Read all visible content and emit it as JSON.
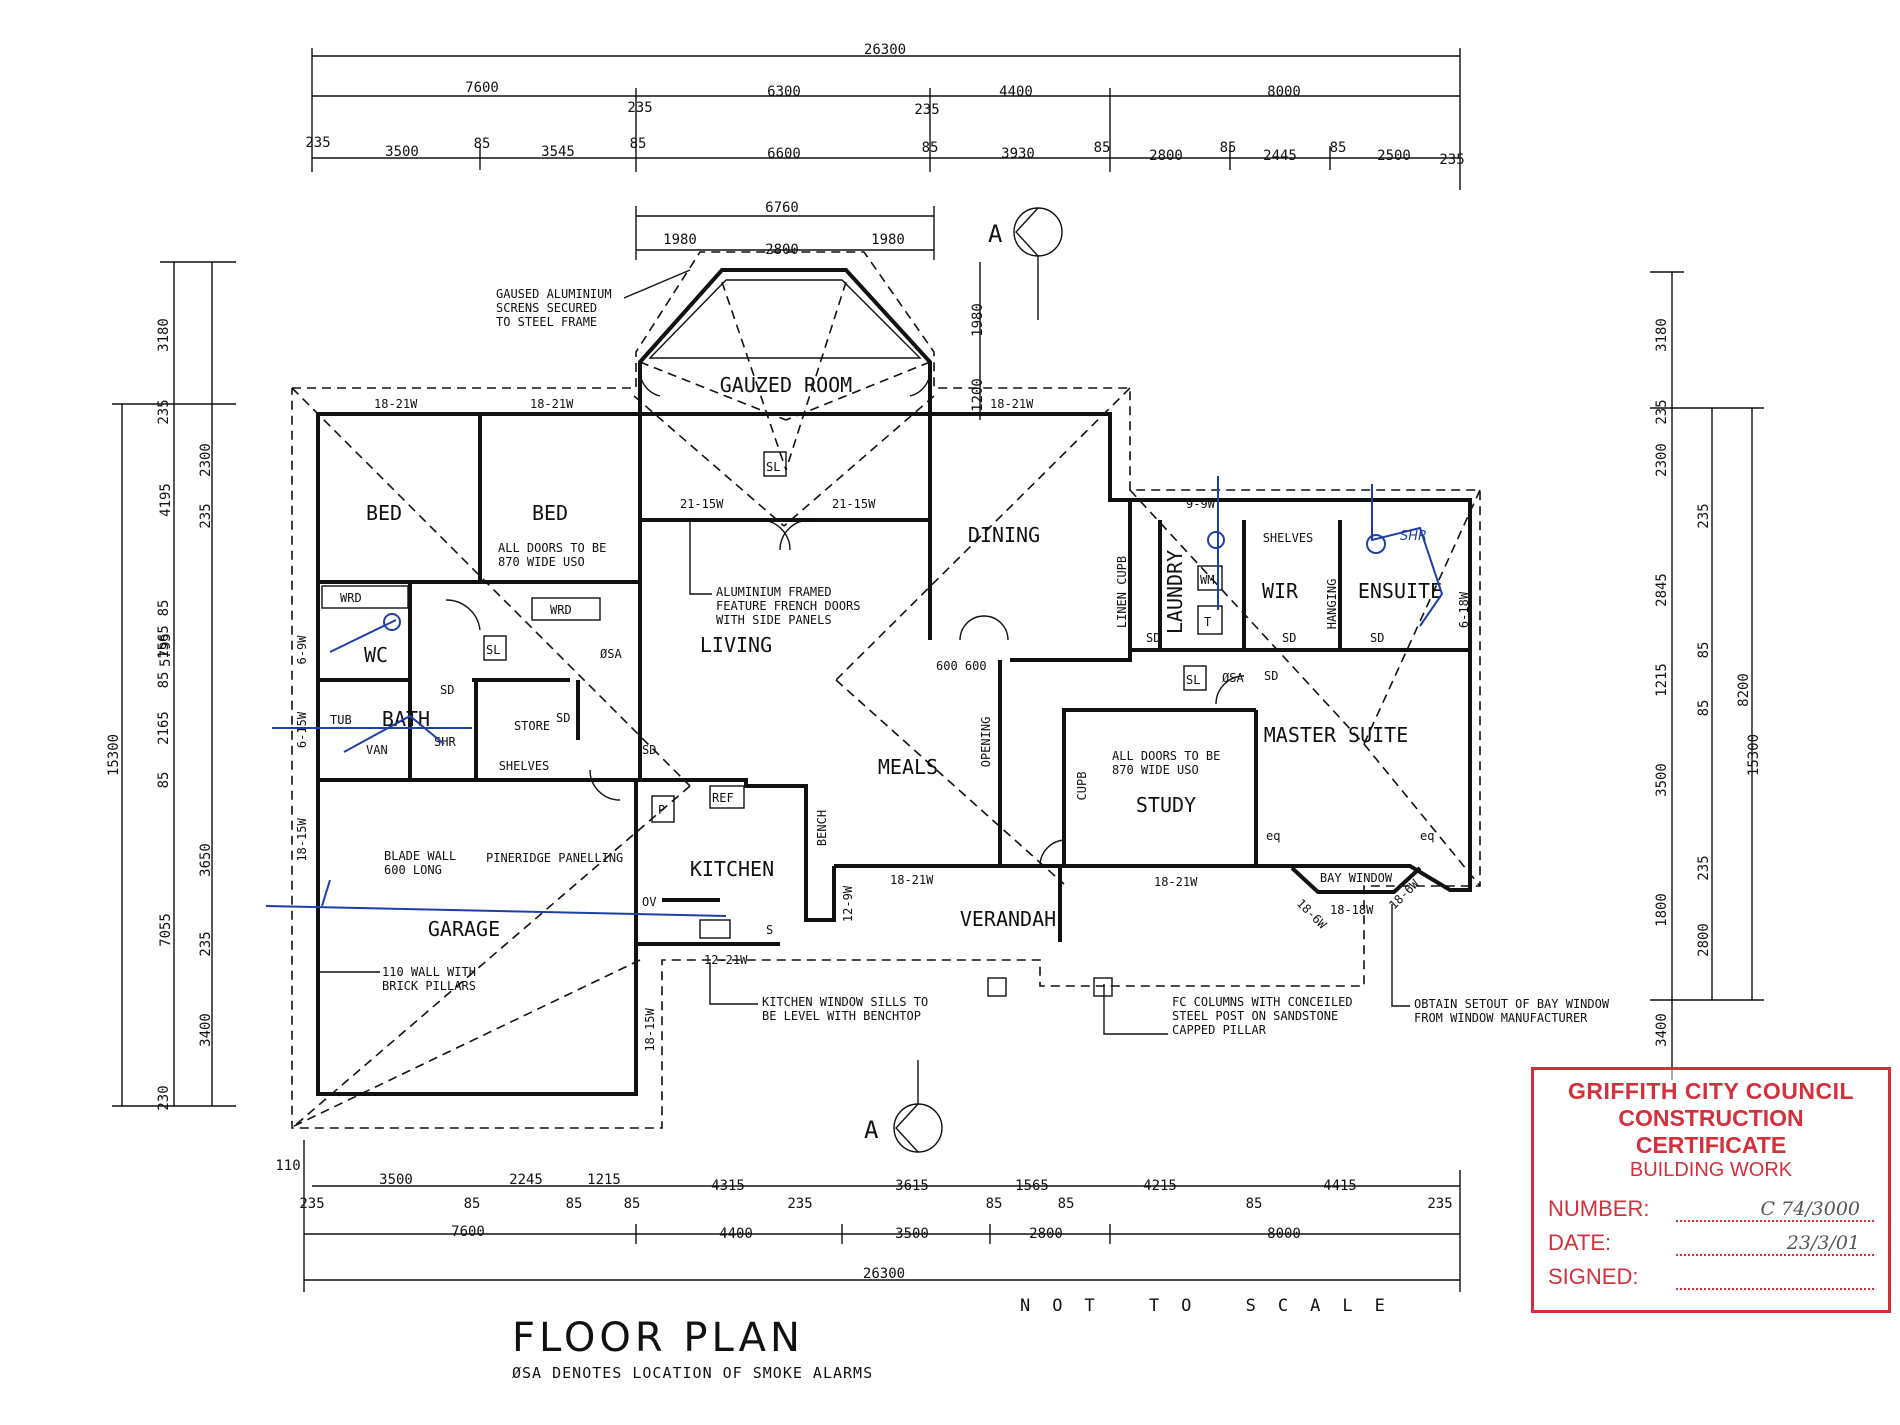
{
  "drawing": {
    "title": "FLOOR PLAN",
    "subtitle": "ØSA  DENOTES LOCATION OF SMOKE ALARMS",
    "scale_note": "NOT TO SCALE",
    "section_marker": "A"
  },
  "dimensions": {
    "top_overall": "26300",
    "top_row2": [
      "7600",
      "6300",
      "4400",
      "8000"
    ],
    "top_row2_small": [
      "235",
      "235"
    ],
    "top_row3": [
      "235",
      "3500",
      "85",
      "3545",
      "85",
      "6600",
      "85",
      "3930",
      "85",
      "2800",
      "85",
      "2445",
      "85",
      "2500",
      "235"
    ],
    "gazebo": [
      "6760",
      "1980",
      "2800",
      "1980"
    ],
    "gazebo_side": [
      "1980",
      "1200"
    ],
    "left_overall": "15300",
    "left_col1": [
      "4195",
      "5795",
      "7055"
    ],
    "left_col2": [
      "3180",
      "235",
      "2300",
      "235",
      "85",
      "1565",
      "85",
      "2165",
      "85",
      "3650",
      "235",
      "3400",
      "230"
    ],
    "right_overall": "15300",
    "right_col1": [
      "8200",
      "2800"
    ],
    "right_col2": [
      "3180",
      "235",
      "2300",
      "235",
      "2845",
      "85",
      "1215",
      "85",
      "3500",
      "235",
      "1800",
      "3400"
    ],
    "bottom_row1": [
      "110",
      "3500",
      "2245",
      "1215",
      "4315",
      "3615",
      "1565",
      "4215",
      "4415"
    ],
    "bottom_row1_small": [
      "235",
      "85",
      "85",
      "85",
      "235",
      "85",
      "85",
      "85",
      "235"
    ],
    "bottom_row2": [
      "7600",
      "4400",
      "3500",
      "2800",
      "8000"
    ],
    "bottom_overall": "26300"
  },
  "rooms": {
    "gazebo": "GAUZED ROOM",
    "bed1": "BED",
    "bed2": "BED",
    "wc": "WC",
    "bath": "BATH",
    "store": "STORE",
    "shelves1": "SHELVES",
    "living": "LIVING",
    "dining": "DINING",
    "meals": "MEALS",
    "kitchen": "KITCHEN",
    "garage": "GARAGE",
    "verandah": "VERANDAH",
    "laundry": "LAUNDRY",
    "linen": "LINEN CUPB",
    "wir": "WIR",
    "shelves2": "SHELVES",
    "hanging": "HANGING",
    "ensuite": "ENSUITE",
    "study": "STUDY",
    "master": "MASTER SUITE",
    "bay": "BAY WINDOW",
    "opening": "OPENING",
    "cupb": "CUPB",
    "bench": "BENCH"
  },
  "labels": {
    "wrd": "WRD",
    "sd": "SD",
    "sa": "ØSA",
    "sl": "SL",
    "tub": "TUB",
    "van": "VAN",
    "shr": "SHR",
    "ref": "REF",
    "p": "P",
    "ov": "OV",
    "s": "S",
    "wm": "WM",
    "t": "T",
    "eq": "eq",
    "door600": "600 600"
  },
  "windows": {
    "w1": "18-21W",
    "w2": "18-21W",
    "w3": "18-21W",
    "w4": "21-15W",
    "w5": "21-15W",
    "w6": "9-9W",
    "w7": "6-9W",
    "w8": "6-15W",
    "w9": "18-15W",
    "w10": "12-9W",
    "w11": "18-21W",
    "w12": "12-21W",
    "w13": "18-15W",
    "w14": "18-21W",
    "w15": "18-6W",
    "w16": "18-18W",
    "w17": "18-6W",
    "w18": "6-18W"
  },
  "notes": {
    "screens": [
      "GAUSED ALUMINIUM",
      "SCRENS SECURED",
      "TO STEEL FRAME"
    ],
    "doors1": [
      "ALL DOORS TO BE",
      "870 WIDE USO"
    ],
    "french": [
      "ALUMINIUM FRAMED",
      "FEATURE FRENCH DOORS",
      "WITH SIDE PANELS"
    ],
    "doors2": [
      "ALL DOORS TO BE",
      "870 WIDE USO"
    ],
    "blade": [
      "BLADE WALL",
      "600 LONG"
    ],
    "pineridge": "PINERIDGE PANELLING",
    "brick": [
      "110 WALL WITH",
      "BRICK PILLARS"
    ],
    "sills": [
      "KITCHEN WINDOW SILLS TO",
      "BE LEVEL WITH BENCHTOP"
    ],
    "columns": [
      "FC COLUMNS WITH CONCEILED",
      "STEEL POST ON SANDSTONE",
      "CAPPED PILLAR"
    ],
    "bay": [
      "OBTAIN SETOUT OF BAY WINDOW",
      "FROM WINDOW MANUFACTURER"
    ]
  },
  "stamp": {
    "line1": "GRIFFITH CITY COUNCIL",
    "line2": "CONSTRUCTION CERTIFICATE",
    "line3": "BUILDING WORK",
    "number_label": "NUMBER:",
    "number_value": "C 74/3000",
    "date_label": "DATE:",
    "date_value": "23/3/01",
    "signed_label": "SIGNED:",
    "signed_value": ""
  },
  "colors": {
    "ink": "#111111",
    "markup": "#1f3fa8",
    "stamp": "#d3303b"
  }
}
